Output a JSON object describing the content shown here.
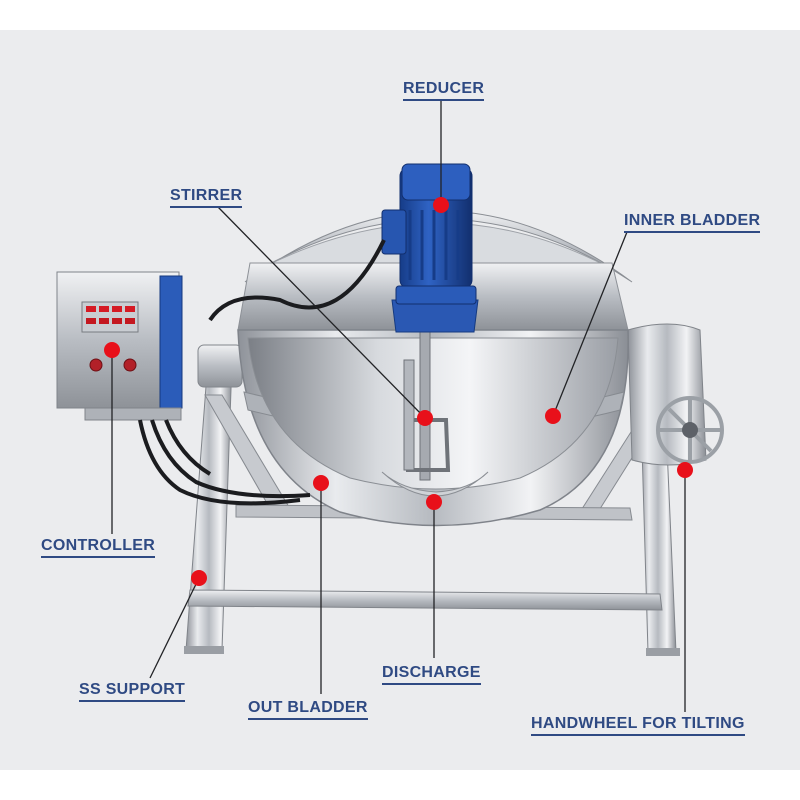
{
  "labels": {
    "reducer": "REDUCER",
    "stirrer": "STIRRER",
    "inner_bladder": "INNER BLADDER",
    "controller": "CONTROLLER",
    "ss_support": "SS SUPPORT",
    "out_bladder": "OUT BLADDER",
    "discharge": "DISCHARGE",
    "handwheel": "HANDWHEEL FOR TILTING"
  },
  "colors": {
    "label_text": "#2f4a83",
    "marker": "#e8101a",
    "background": "#ebecee",
    "motor": "#1f4fae",
    "steel": "#c9ccd1"
  }
}
